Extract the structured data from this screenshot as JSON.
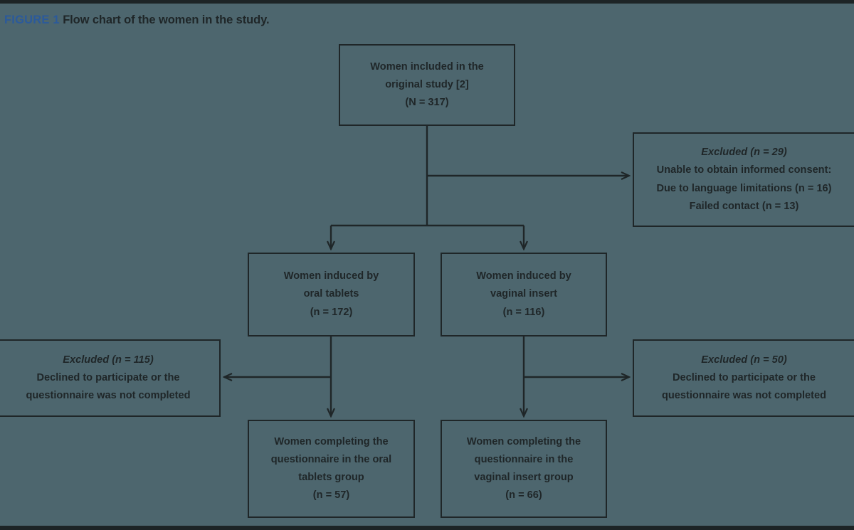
{
  "figure": {
    "label": "FIGURE 1",
    "caption": "Flow chart of the women in the study.",
    "label_color": "#2b5a9b",
    "text_color": "#1f2628",
    "background_color": "#4d666e",
    "border_color": "#1d2426"
  },
  "chart_data": {
    "type": "diagram",
    "title": "Flow chart of the women in the study.",
    "nodes": [
      {
        "id": "original",
        "lines": [
          "Women included in the",
          "original study [2]",
          "(N = 317)"
        ],
        "count": 317
      },
      {
        "id": "excluded-1",
        "lines": [
          "Excluded (n = 29)",
          "Unable to obtain informed consent:",
          "Due to language limitations (n = 16)",
          "Failed contact (n = 13)"
        ],
        "count": 29
      },
      {
        "id": "oral",
        "lines": [
          "Women induced by",
          "oral tablets",
          "(n = 172)"
        ],
        "count": 172
      },
      {
        "id": "vaginal",
        "lines": [
          "Women induced by",
          "vaginal insert",
          "(n = 116)"
        ],
        "count": 116
      },
      {
        "id": "excluded-oral",
        "lines": [
          "Excluded (n = 115)",
          "Declined to participate or the",
          "questionnaire was not completed"
        ],
        "count": 115
      },
      {
        "id": "excluded-vaginal",
        "lines": [
          "Excluded (n = 50)",
          "Declined to participate or the",
          "questionnaire was not completed"
        ],
        "count": 50
      },
      {
        "id": "complete-oral",
        "lines": [
          "Women completing the",
          "questionnaire in the oral",
          "tablets group",
          "(n = 57)"
        ],
        "count": 57
      },
      {
        "id": "complete-vaginal",
        "lines": [
          "Women completing the",
          "questionnaire in the",
          "vaginal insert group",
          "(n = 66)"
        ],
        "count": 66
      }
    ],
    "edges": [
      {
        "from": "original",
        "to": "excluded-1",
        "direction": "right"
      },
      {
        "from": "original",
        "to": "oral",
        "direction": "down"
      },
      {
        "from": "original",
        "to": "vaginal",
        "direction": "down"
      },
      {
        "from": "oral",
        "to": "excluded-oral",
        "direction": "left"
      },
      {
        "from": "oral",
        "to": "complete-oral",
        "direction": "down"
      },
      {
        "from": "vaginal",
        "to": "excluded-vaginal",
        "direction": "right"
      },
      {
        "from": "vaginal",
        "to": "complete-vaginal",
        "direction": "down"
      }
    ]
  },
  "boxes": {
    "original": {
      "l0": "Women included in the",
      "l1": "original study [2]",
      "l2": "(N = 317)"
    },
    "excluded_1": {
      "l0": "Excluded (n = 29)",
      "l1": "Unable to obtain informed consent:",
      "l2": "Due to language limitations (n = 16)",
      "l3": "Failed contact (n = 13)"
    },
    "oral": {
      "l0": "Women induced by",
      "l1": "oral tablets",
      "l2": "(n = 172)"
    },
    "vaginal": {
      "l0": "Women induced by",
      "l1": "vaginal insert",
      "l2": "(n = 116)"
    },
    "excluded_oral": {
      "l0": "Excluded (n = 115)",
      "l1": "Declined to participate or the",
      "l2": "questionnaire was not completed"
    },
    "excluded_vaginal": {
      "l0": "Excluded (n = 50)",
      "l1": "Declined to participate or the",
      "l2": "questionnaire was not completed"
    },
    "complete_oral": {
      "l0": "Women completing the",
      "l1": "questionnaire in the oral",
      "l2": "tablets group",
      "l3": "(n = 57)"
    },
    "complete_vaginal": {
      "l0": "Women completing the",
      "l1": "questionnaire in the",
      "l2": "vaginal insert group",
      "l3": "(n = 66)"
    }
  }
}
